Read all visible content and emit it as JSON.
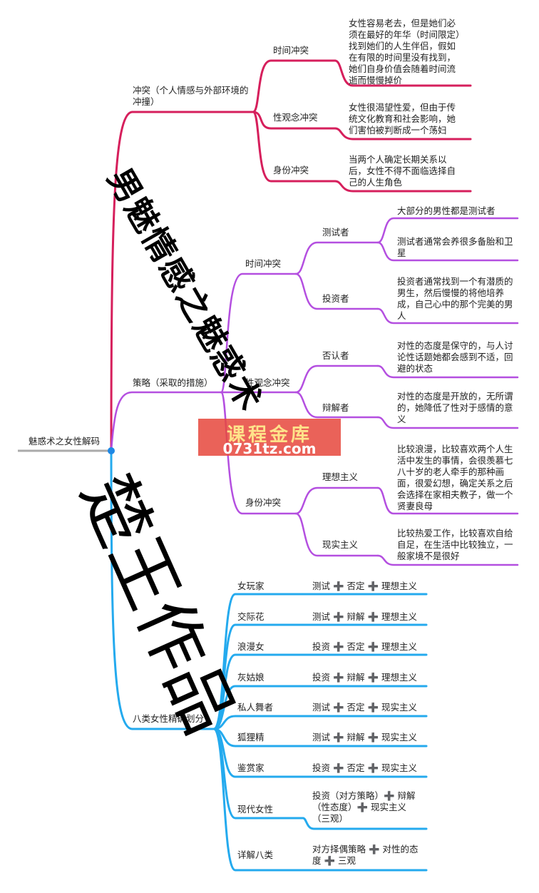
{
  "root": "魅惑术之女性解码",
  "colors": {
    "red": "#d61f5c",
    "purple": "#b44fe0",
    "blue": "#24aaee",
    "gray": "#aaaaaa"
  },
  "branch1": {
    "label": "冲突（个人情感与外部环境的冲撞）",
    "children": [
      {
        "label": "时间冲突",
        "note": "女性容易老去，但是她们必须在最好的年华（时间限定）找到她们的人生伴侣，假如在有限的时间里没有找到，她们自身价值会随着时间流逝而慢慢掉价"
      },
      {
        "label": "性观念冲突",
        "note": "女性很渴望性爱，但由于传统文化教育和社会影响，她们害怕被判断成一个荡妇"
      },
      {
        "label": "身份冲突",
        "note": "当两个人确定长期关系以后，女性不得不面临选择自己的人生角色"
      }
    ]
  },
  "branch2": {
    "label": "策略（采取的措施）",
    "children": [
      {
        "label": "时间冲突",
        "subs": [
          {
            "label": "测试者",
            "notes": [
              "大部分的男性都是测试者",
              "测试者通常会养很多备胎和卫星"
            ]
          },
          {
            "label": "投资者",
            "notes": [
              "投资者通常找到一个有潜质的男生，然后慢慢的将他培养成，自己心中的那个完美的男人"
            ]
          }
        ]
      },
      {
        "label": "性观念冲突",
        "subs": [
          {
            "label": "否认者",
            "notes": [
              "对性的态度是保守的，与人讨论性话题她都会感到不适，回避的状态"
            ]
          },
          {
            "label": "辩解者",
            "notes": [
              "对性的态度是开放的，无所谓的，她降低了性对于感情的意义"
            ]
          }
        ]
      },
      {
        "label": "身份冲突",
        "subs": [
          {
            "label": "理想主义",
            "notes": [
              "比较浪漫，比较喜欢两个人生活中发生的事情，会很羡慕七八十岁的老人牵手的那种画面，很爱幻想，确定关系之后会选择在家相夫教子，做一个贤妻良母"
            ]
          },
          {
            "label": "现实主义",
            "notes": [
              "比较热爱工作，比较喜欢自给自足，在生活中比较独立，一般家境不是很好"
            ]
          }
        ]
      }
    ]
  },
  "branch3": {
    "label": "八类女性精确划分",
    "children": [
      {
        "label": "女玩家",
        "note": "测试 ➕ 否定 ➕ 理想主义"
      },
      {
        "label": "交际花",
        "note": "测试 ➕ 辩解 ➕ 理想主义"
      },
      {
        "label": "浪漫女",
        "note": "投资 ➕ 否定 ➕ 理想主义"
      },
      {
        "label": "灰姑娘",
        "note": "投资 ➕ 辩解 ➕ 理想主义"
      },
      {
        "label": "私人舞者",
        "note": "测试 ➕ 否定 ➕ 现实主义"
      },
      {
        "label": "狐狸精",
        "note": "测试 ➕ 辩解 ➕ 现实主义"
      },
      {
        "label": "鉴赏家",
        "note": "投资 ➕ 否定 ➕ 现实主义"
      },
      {
        "label": "现代女性",
        "note": "投资（对方策略）➕ 辩解（性态度）➕ 现实主义（三观）"
      },
      {
        "label": "详解八类",
        "note": "对方择偶策略 ➕ 对性的态度 ➕ 三观"
      }
    ]
  },
  "watermark_title": "男魅情感之魅惑术",
  "watermark_author": "楚王作品",
  "stamp": {
    "line1": "课程金库",
    "line2": "0731tz.com"
  }
}
